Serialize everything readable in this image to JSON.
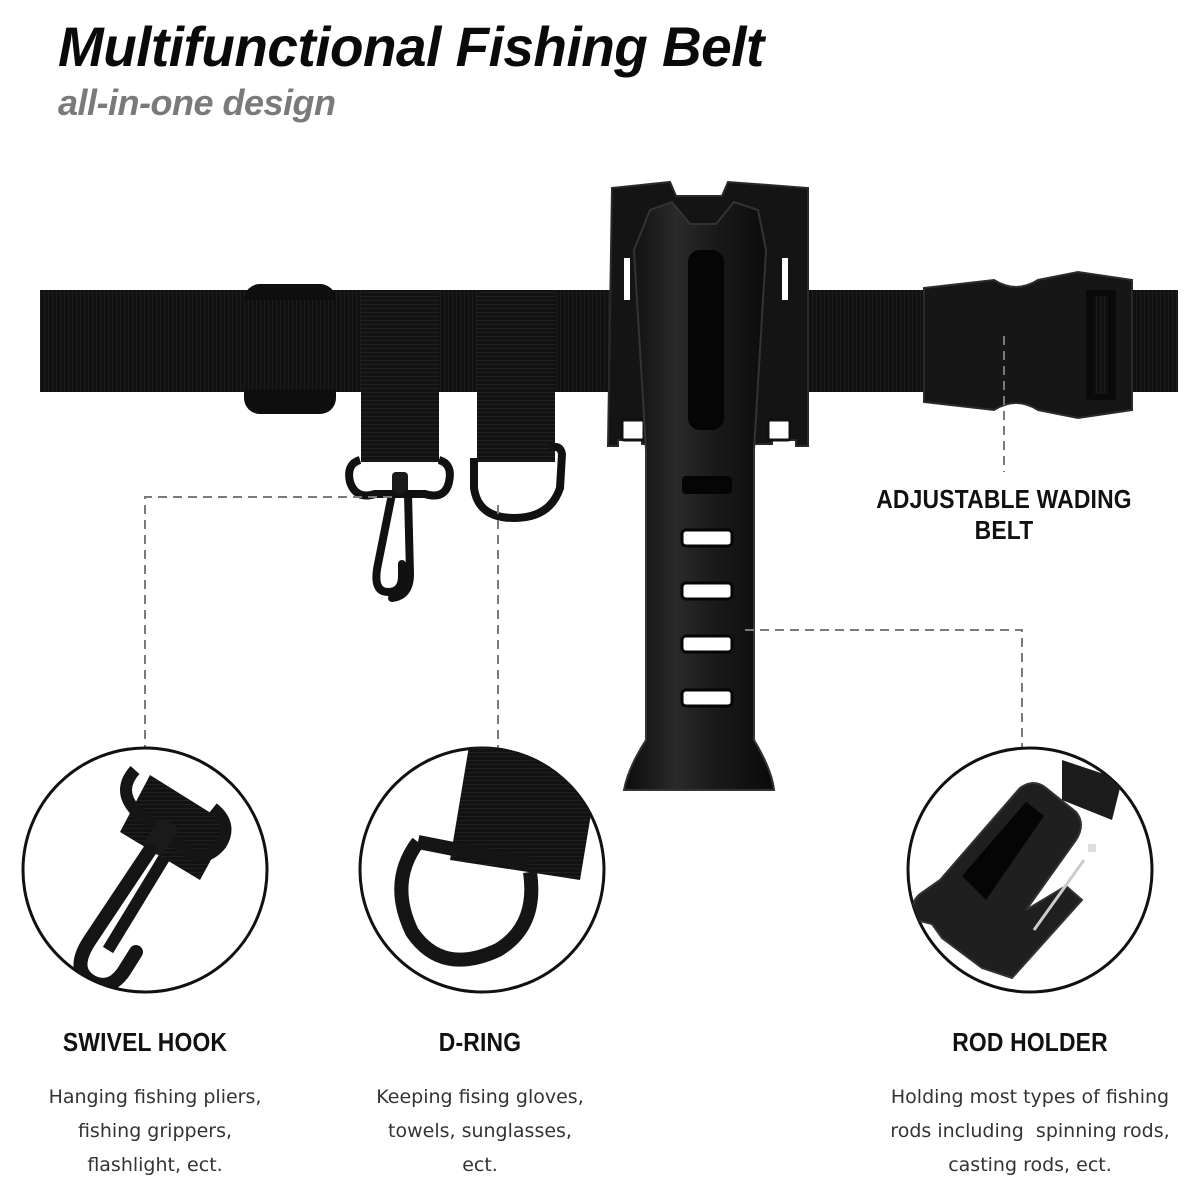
{
  "header": {
    "title": "Multifunctional Fishing Belt",
    "subtitle": "all-in-one design"
  },
  "callouts": {
    "belt": {
      "label": "ADJUSTABLE WADING BELT"
    }
  },
  "features": [
    {
      "label": "SWIVEL HOOK",
      "icon": "swivel-hook",
      "description": [
        "Hanging fishing pliers,",
        "fishing grippers,",
        "flashlight, ect."
      ]
    },
    {
      "label": "D-RING",
      "icon": "d-ring",
      "description": [
        "Keeping fising gloves,",
        "towels, sunglasses,",
        "ect."
      ]
    },
    {
      "label": "ROD HOLDER",
      "icon": "rod-holder",
      "description": [
        "Holding most types of fishing",
        "rods including  spinning rods,",
        "casting rods, ect."
      ]
    }
  ],
  "colors": {
    "title": "#0a0a0a",
    "subtitle": "#7a7a7a",
    "product": "#111111",
    "connector": "#777777"
  }
}
